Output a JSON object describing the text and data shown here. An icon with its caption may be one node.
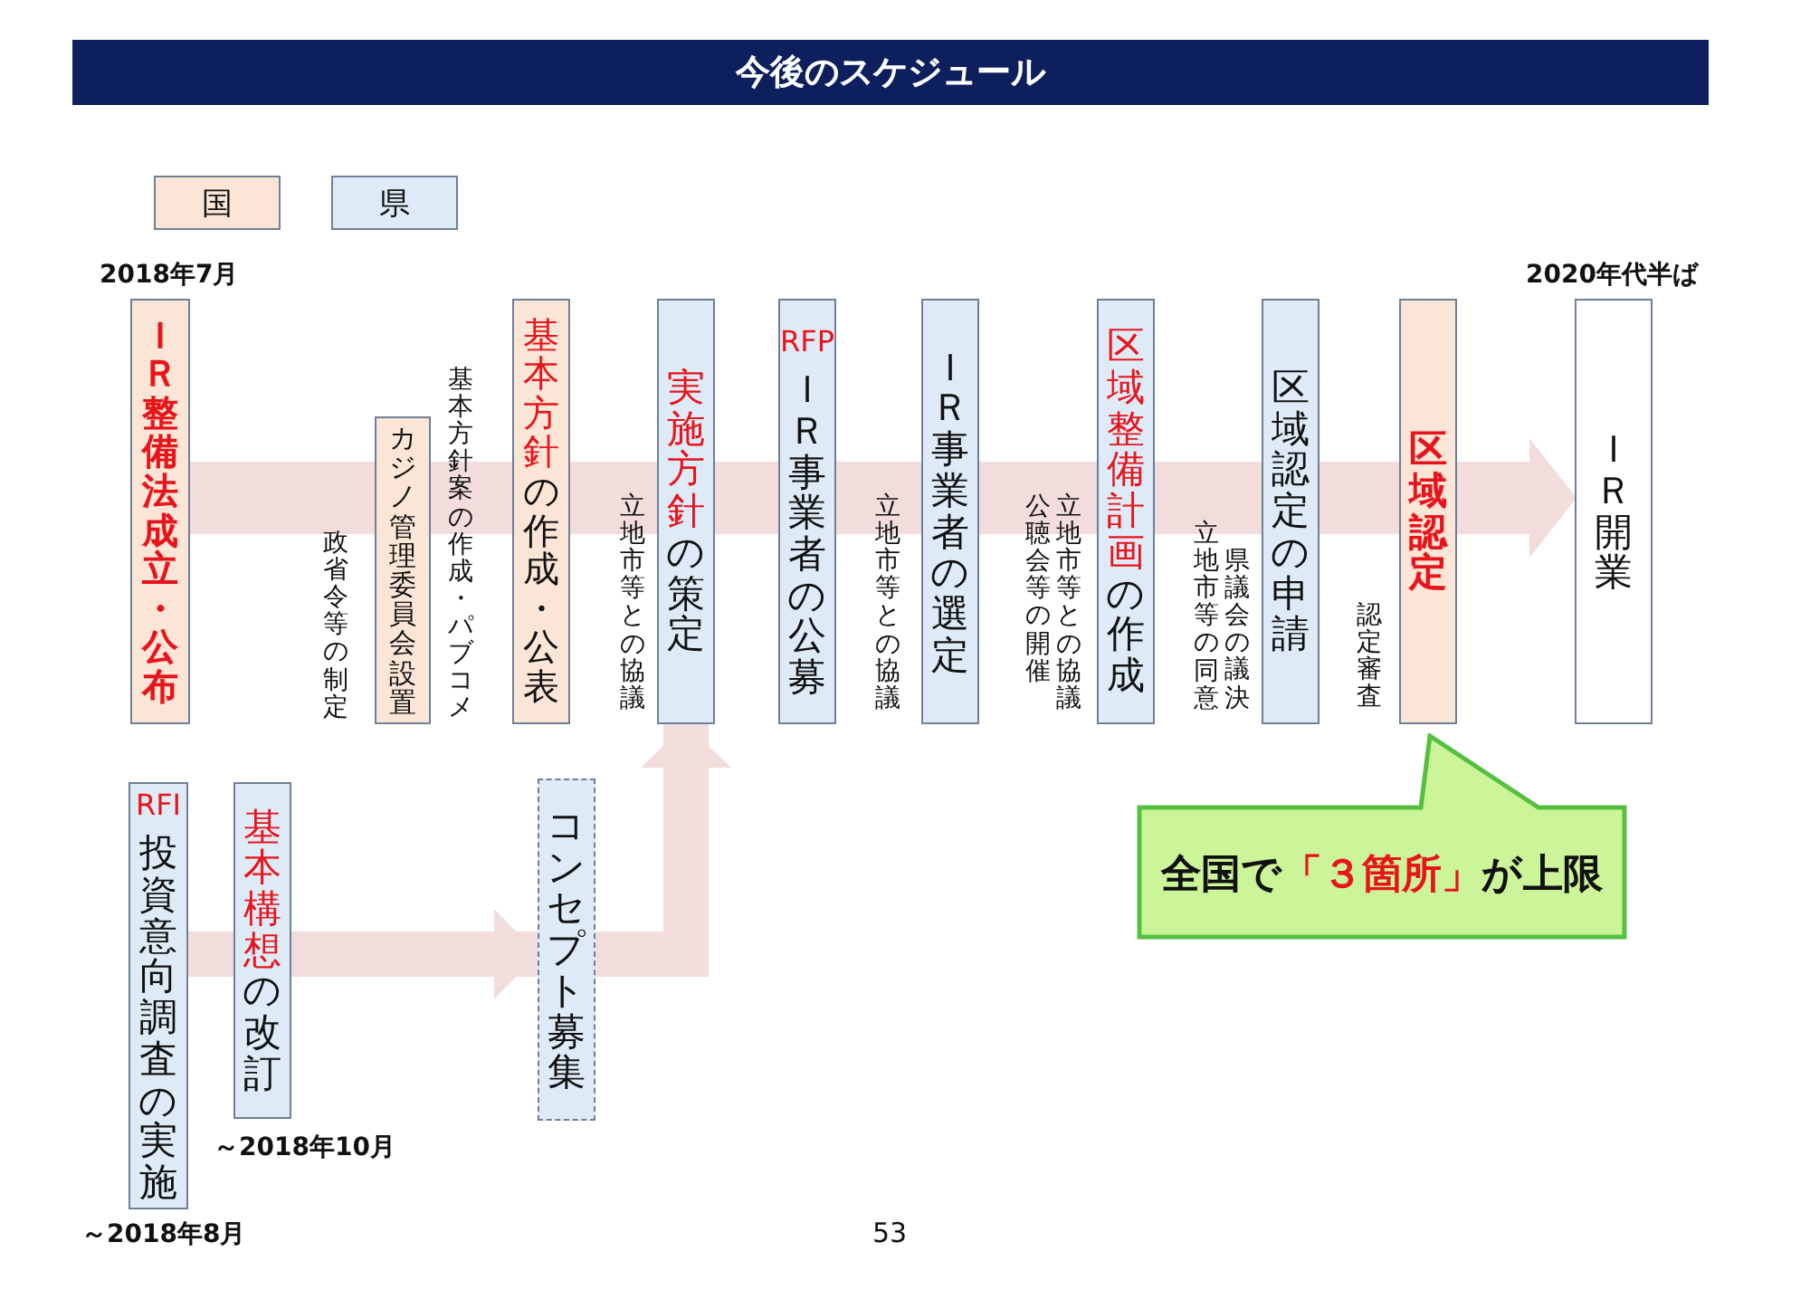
{
  "diagram": {
    "title": "今後のスケジュール",
    "nodes": [
      {
        "text": [
          "ＩＲ整備法成立・公布"
        ],
        "beside": [
          "2018年7月"
        ]
      },
      {
        "text": [
          "カジノ管理委員会設置"
        ]
      },
      {
        "text": [
          "基本方針",
          "の作成・公表"
        ]
      },
      {
        "text": [
          "実施方針",
          "の策定"
        ]
      },
      {
        "text": [
          "RFP",
          "ＩＲ事業者の公募"
        ]
      },
      {
        "text": [
          "ＩＲ事業者の選定"
        ]
      },
      {
        "text": [
          "区域整備計画",
          "の作成"
        ]
      },
      {
        "text": [
          "区域認定の申請"
        ]
      },
      {
        "text": [
          "区域認定"
        ]
      },
      {
        "text": [
          "ＩＲ開業"
        ],
        "beside": [
          "2020年代半ば"
        ]
      },
      {
        "text": [
          "RFI",
          "投資意向調査の実施"
        ],
        "beside": [
          "～2018年8月"
        ]
      },
      {
        "text": [
          "基本構想",
          "の改訂"
        ],
        "beside": [
          "～2018年10月"
        ]
      },
      {
        "text": [
          "コンセプト募集"
        ]
      },
      {
        "text": [
          "全国で",
          "「３箇所」",
          "が上限"
        ]
      }
    ],
    "edges": [
      {
        "from": 10,
        "to": 11,
        "arrow": "none"
      },
      {
        "from": 11,
        "to": 12,
        "arrow": "to"
      },
      {
        "from": 12,
        "to": 3,
        "arrow": "to"
      }
    ],
    "labels": [
      "政省令等の制定",
      "基本方針案の作成・パブコメ",
      "立地市等との協議",
      "立地市等との協議",
      "立地市等との協議",
      "公聴会等の開催",
      "県議会の議決",
      "立地市等の同意",
      "認定審査",
      "53"
    ],
    "legend": [
      {
        "text": "国",
        "color": "#fbe5d6"
      },
      {
        "text": "県",
        "color": "#deebf7"
      }
    ]
  }
}
